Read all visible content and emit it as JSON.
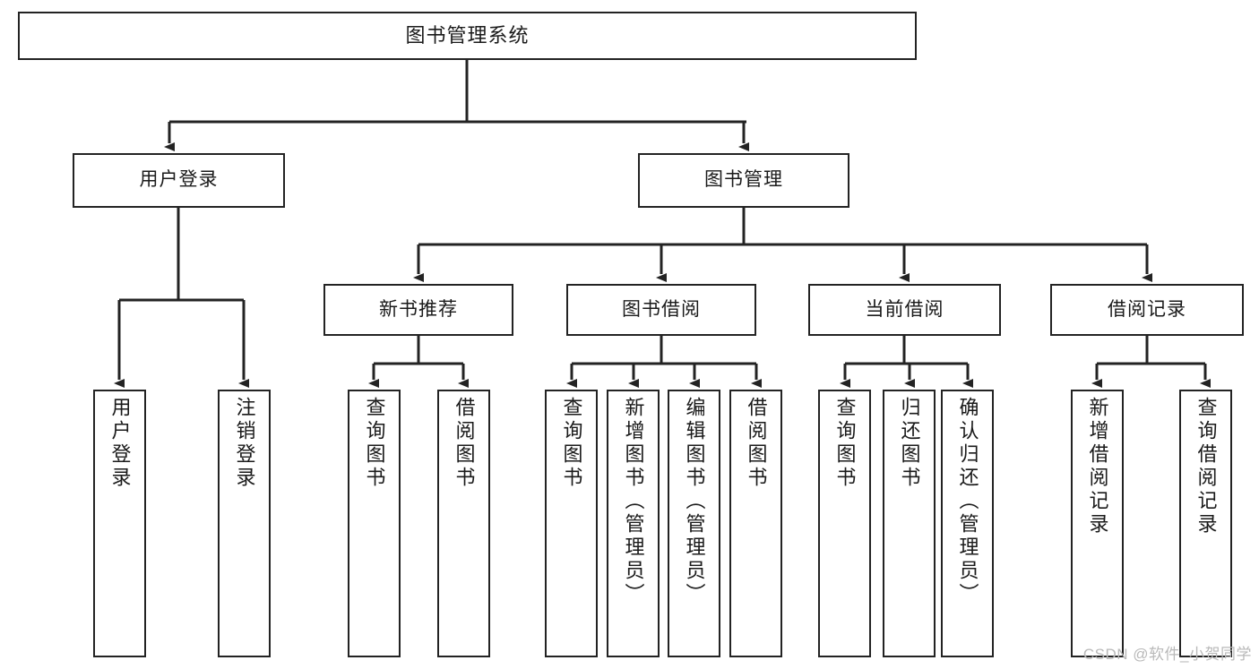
{
  "diagram": {
    "title": "图书管理系统",
    "type": "tree",
    "watermark": "CSDN @软件_小贺同学",
    "colors": {
      "box_border": "#232323",
      "box_fill": "#ffffff",
      "connector": "#232323",
      "text": "#1a1a1a",
      "watermark": "#b9b9b9"
    },
    "root": {
      "label": "图书管理系统"
    },
    "level2": [
      {
        "label": "用户登录"
      },
      {
        "label": "图书管理"
      }
    ],
    "level3": [
      {
        "label": "新书推荐"
      },
      {
        "label": "图书借阅"
      },
      {
        "label": "当前借阅"
      },
      {
        "label": "借阅记录"
      }
    ],
    "leaves": {
      "user_login": [
        {
          "label": "用户登录"
        },
        {
          "label": "注销登录"
        }
      ],
      "new_book_recommend": [
        {
          "label": "查询图书"
        },
        {
          "label": "借阅图书"
        }
      ],
      "book_borrow": [
        {
          "label": "查询图书"
        },
        {
          "label": "新增图书（管理员）"
        },
        {
          "label": "编辑图书（管理员）"
        },
        {
          "label": "借阅图书"
        }
      ],
      "current_borrow": [
        {
          "label": "查询图书"
        },
        {
          "label": "归还图书"
        },
        {
          "label": "确认归还（管理员）"
        }
      ],
      "borrow_records": [
        {
          "label": "新增借阅记录"
        },
        {
          "label": "查询借阅记录"
        }
      ]
    }
  }
}
